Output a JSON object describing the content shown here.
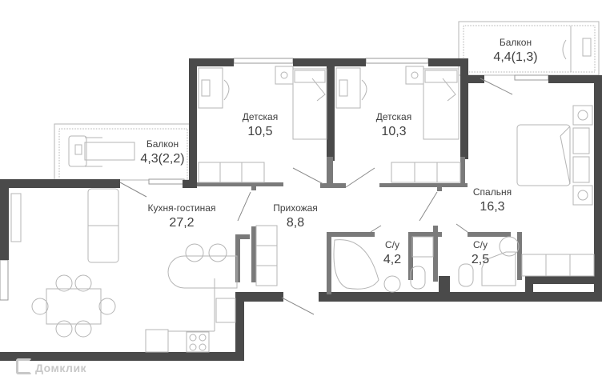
{
  "plan": {
    "colors": {
      "wall": "#4a4a4a",
      "partition": "#7a7a7a",
      "furniture": "#b5b5b5",
      "label": "#3f3f3f",
      "background": "#ffffff"
    },
    "rooms": [
      {
        "id": "balcony-right",
        "name": "Балкон",
        "area": "4,4(1,3)"
      },
      {
        "id": "kids-room-1",
        "name": "Детская",
        "area": "10,5"
      },
      {
        "id": "kids-room-2",
        "name": "Детская",
        "area": "10,3"
      },
      {
        "id": "balcony-left",
        "name": "Балкон",
        "area": "4,3(2,2)"
      },
      {
        "id": "kitchen-living",
        "name": "Кухня-гостиная",
        "area": "27,2"
      },
      {
        "id": "hallway",
        "name": "Прихожая",
        "area": "8,8"
      },
      {
        "id": "bedroom",
        "name": "Спальня",
        "area": "16,3"
      },
      {
        "id": "bathroom-1",
        "name": "С/у",
        "area": "4,2"
      },
      {
        "id": "bathroom-2",
        "name": "С/у",
        "area": "2,5"
      }
    ]
  },
  "watermark": {
    "text": "Домклик"
  }
}
